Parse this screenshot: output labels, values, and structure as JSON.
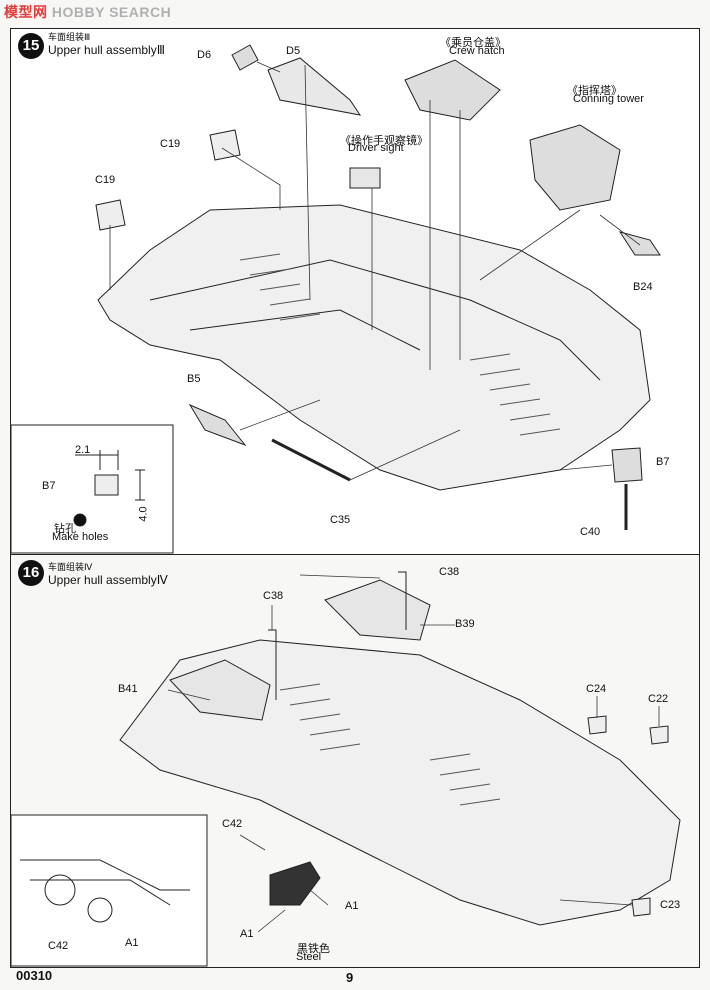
{
  "watermark": {
    "left": "模型网",
    "right": "HOBBY SEARCH"
  },
  "step15": {
    "number": "15",
    "title_zh": "车面组装Ⅲ",
    "title": "Upper hull assemblyⅢ",
    "parts": {
      "d6": "D6",
      "d5": "D5",
      "c19a": "C19",
      "c19b": "C19",
      "driver_zh": "《操作手观察镜》",
      "driver": "Driver sight",
      "crew_zh": "《乘员仓盖》",
      "crew": "Crew hatch",
      "tower_zh": "《指挥塔》",
      "tower": "Conning tower",
      "b24": "B24",
      "b5": "B5",
      "b7": "B7",
      "c35": "C35",
      "c40": "C40"
    },
    "inset": {
      "dim_w": "2.1",
      "dim_h": "4.0",
      "part": "B7",
      "drill_zh": "钻孔",
      "drill": "Make holes"
    }
  },
  "step16": {
    "number": "16",
    "title_zh": "车面组装Ⅳ",
    "title": "Upper hull assemblyⅣ",
    "parts": {
      "c38a": "C38",
      "c38b": "C38",
      "b39": "B39",
      "b41": "B41",
      "c24": "C24",
      "c22": "C22",
      "c23": "C23",
      "c42": "C42",
      "a1a": "A1",
      "a1b": "A1",
      "steel_zh": "黑铁色",
      "steel": "Steel"
    },
    "inset": {
      "c42": "C42",
      "a1": "A1"
    }
  },
  "footer": {
    "code": "00310",
    "page": "9"
  }
}
